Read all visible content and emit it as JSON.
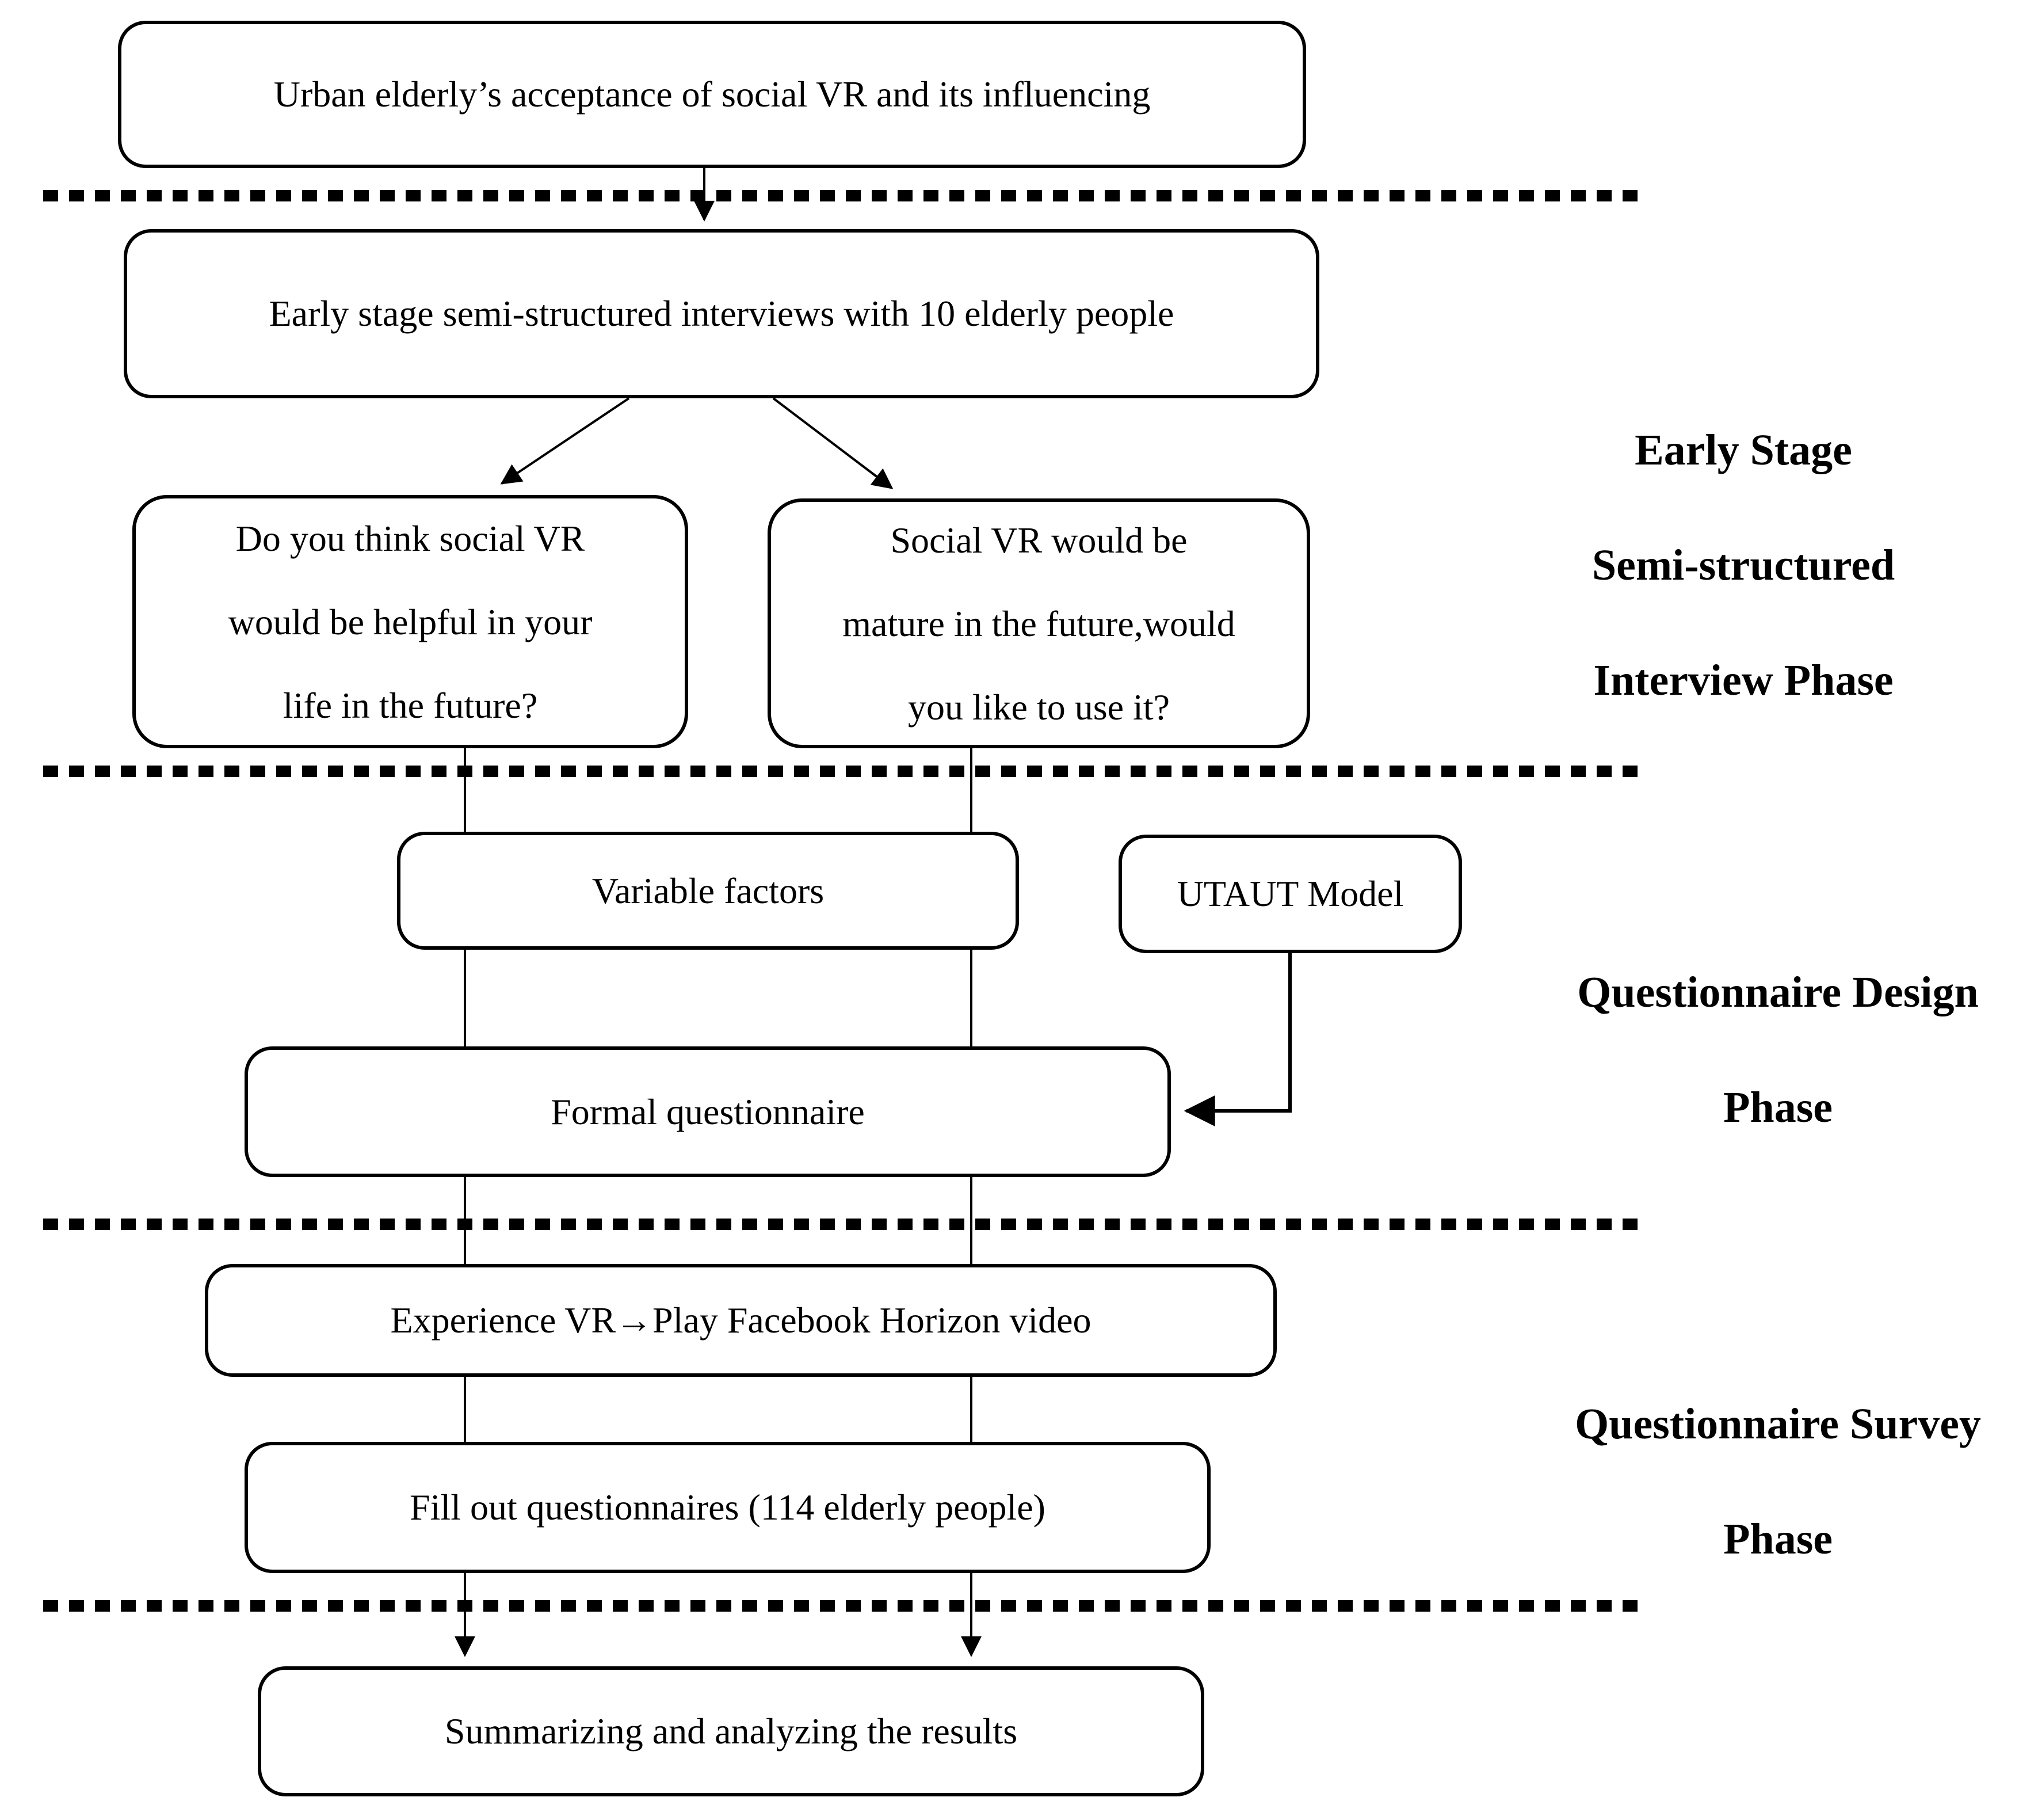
{
  "figure": {
    "background": "#ffffff",
    "ink": "#000000",
    "nodes": {
      "topic": {
        "label": "Urban elderly’s acceptance of social VR and its influencing"
      },
      "interviews": {
        "label": "Early stage semi-structured interviews with 10 elderly people"
      },
      "question_left": {
        "lines": [
          "Do you think social VR",
          "would be helpful in your",
          "life in the future?"
        ]
      },
      "question_right": {
        "lines": [
          "Social VR would be",
          "mature in the future,would",
          "you like to use it?"
        ]
      },
      "variable_factors": {
        "label": "Variable factors"
      },
      "utaut": {
        "label": "UTAUT Model"
      },
      "formal_questionnaire": {
        "label": "Formal questionnaire"
      },
      "experience": {
        "label": "Experience VR→Play Facebook Horizon video"
      },
      "fill_out": {
        "label": "Fill out questionnaires (114 elderly people)"
      },
      "summarize": {
        "label": "Summarizing and analyzing the results"
      }
    },
    "phases": [
      {
        "lines": [
          "Early Stage",
          "Semi-structured",
          "Interview Phase"
        ]
      },
      {
        "lines": [
          "Questionnaire Design",
          "Phase"
        ]
      },
      {
        "lines": [
          "Questionnaire Survey",
          "Phase"
        ]
      }
    ]
  }
}
